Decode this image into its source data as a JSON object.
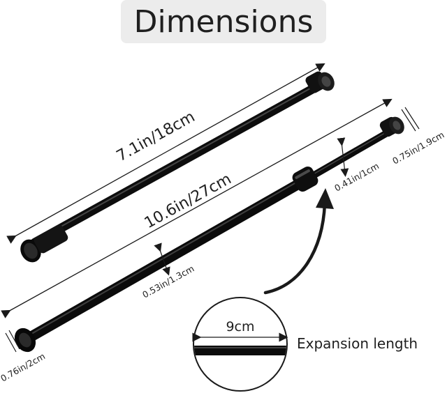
{
  "title": "Dimensions",
  "labels": {
    "short_rod_length": "7.1in/18cm",
    "long_rod_length": "10.6in/27cm",
    "thin_diameter": "0.41in/1cm",
    "end_cap_small": "0.75in/1.9cm",
    "thick_diameter": "0.53in/1.3cm",
    "end_cap_large": "0.76in/2cm",
    "expansion_value": "9cm",
    "expansion_caption": "Expansion length"
  },
  "colors": {
    "rod": "#0d0d0d",
    "rod_highlight": "#6a6a6a",
    "dimension_line": "#1a1a1a",
    "title_background": "#ececec"
  },
  "icons": {
    "arrow": "curved-arrow-icon"
  }
}
